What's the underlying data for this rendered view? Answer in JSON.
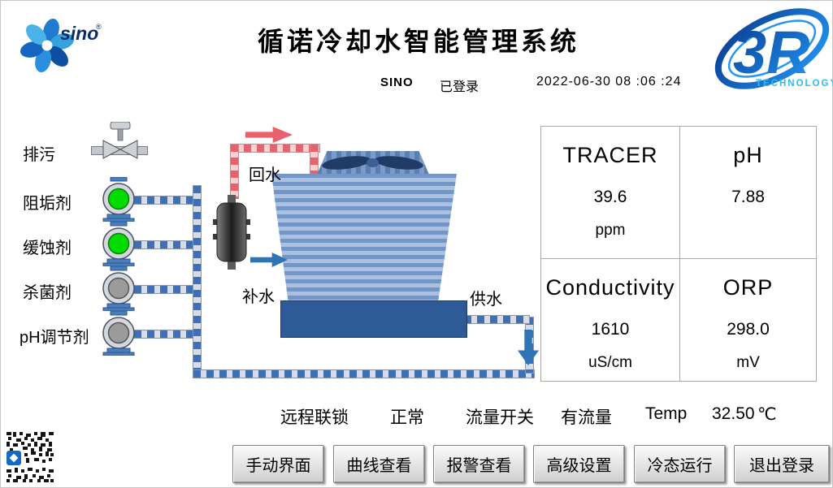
{
  "header": {
    "title": "循诺冷却水智能管理系统",
    "user": "SINO",
    "login_status": "已登录",
    "datetime": "2022-06-30  08 :06 :24"
  },
  "logos": {
    "left_text": "sino",
    "left_reg": "®",
    "right_text": "3R",
    "right_subtext": "TECHNOLOGY"
  },
  "chemicals": [
    {
      "label": "排污",
      "device": "valve"
    },
    {
      "label": "阻垢剂",
      "device": "pump",
      "state": "on"
    },
    {
      "label": "缓蚀剂",
      "device": "pump",
      "state": "on"
    },
    {
      "label": "杀菌剂",
      "device": "pump",
      "state": "off"
    },
    {
      "label": "pH调节剂",
      "device": "pump",
      "state": "off"
    }
  ],
  "diagram": {
    "return_water": "回水",
    "makeup_water": "补水",
    "supply_water": "供水"
  },
  "measurements": [
    {
      "name": "TRACER",
      "value": "39.6",
      "unit": "ppm"
    },
    {
      "name": "pH",
      "value": "7.88",
      "unit": ""
    },
    {
      "name": "Conductivity",
      "value": "1610",
      "unit": "uS/cm"
    },
    {
      "name": "ORP",
      "value": "298.0",
      "unit": "mV"
    }
  ],
  "status": {
    "interlock_label": "远程联锁",
    "interlock_value": "正常",
    "flow_label": "流量开关",
    "flow_value": "有流量",
    "temp_label": "Temp",
    "temp_value": "32.50",
    "temp_unit": "℃"
  },
  "buttons": [
    "手动界面",
    "曲线查看",
    "报警查看",
    "高级设置",
    "冷态运行",
    "退出登录"
  ],
  "icons": {
    "logo_left": "sino-pinwheel-logo",
    "logo_right": "3r-technology-logo",
    "return_arrow": "red-right-arrow",
    "makeup_arrow": "blue-right-arrow",
    "supply_arrow": "blue-down-arrow",
    "qr": "qr-code"
  },
  "colors": {
    "pump_running": "#00dc00",
    "pump_stopped": "#9b9b9b",
    "pipe_blue": "#3f6fb5",
    "pipe_red": "#e0656e",
    "basin_blue": "#2e5b97",
    "logo_blue": "#1565c0"
  }
}
